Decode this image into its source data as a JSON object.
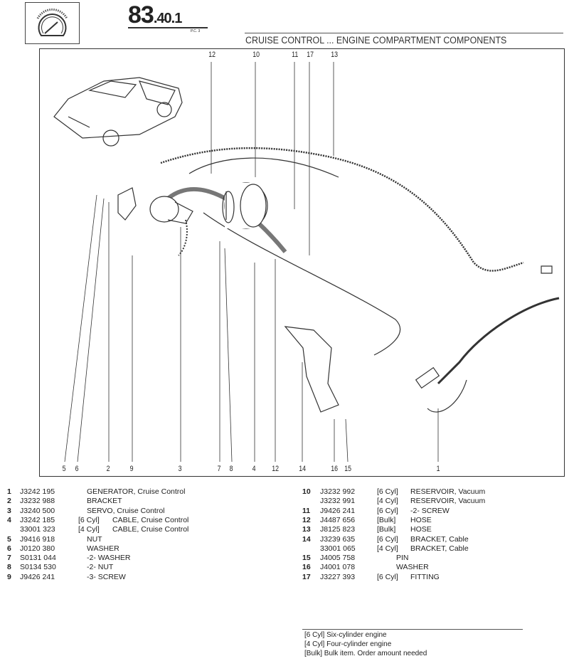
{
  "header": {
    "section_main": "83",
    "section_sub": ".40.",
    "section_page": "1",
    "pc": "P.C. 3",
    "title": "CRUISE CONTROL ... ENGINE COMPARTMENT COMPONENTS"
  },
  "diagram": {
    "top_callouts": [
      "12",
      "10",
      "11",
      "17",
      "13"
    ],
    "bottom_callouts": [
      "5",
      "6",
      "2",
      "9",
      "3",
      "7",
      "8",
      "4",
      "12",
      "14",
      "16",
      "15",
      "1"
    ]
  },
  "parts_left": [
    {
      "num": "1",
      "part": "J3242 195",
      "qual": "",
      "desc": "GENERATOR, Cruise Control"
    },
    {
      "num": "2",
      "part": "J3232 988",
      "qual": "",
      "desc": "BRACKET"
    },
    {
      "num": "3",
      "part": "J3240 500",
      "qual": "",
      "desc": "SERVO, Cruise Control"
    },
    {
      "num": "4",
      "part": "J3242 185",
      "qual": "[6 Cyl]",
      "desc": "CABLE, Cruise Control"
    },
    {
      "num": "",
      "part": "33001 323",
      "qual": "[4 Cyl]",
      "desc": "CABLE, Cruise Control"
    },
    {
      "num": "5",
      "part": "J9416 918",
      "qual": "",
      "desc": "NUT"
    },
    {
      "num": "6",
      "part": "J0120 380",
      "qual": "",
      "desc": "WASHER"
    },
    {
      "num": "7",
      "part": "S0131 044",
      "qual": "",
      "desc": "-2- WASHER"
    },
    {
      "num": "8",
      "part": "S0134 530",
      "qual": "",
      "desc": "-2- NUT"
    },
    {
      "num": "9",
      "part": "J9426 241",
      "qual": "",
      "desc": "-3- SCREW"
    }
  ],
  "parts_right": [
    {
      "num": "10",
      "part": "J3232 992",
      "qual": "[6 Cyl]",
      "desc": "RESERVOIR, Vacuum"
    },
    {
      "num": "",
      "part": "J3232 991",
      "qual": "[4 Cyl]",
      "desc": "RESERVOIR, Vacuum"
    },
    {
      "num": "11",
      "part": "J9426 241",
      "qual": "[6 Cyl]",
      "desc": "-2- SCREW"
    },
    {
      "num": "12",
      "part": "J4487 656",
      "qual": "[Bulk]",
      "desc": "HOSE"
    },
    {
      "num": "13",
      "part": "J8125 823",
      "qual": "[Bulk]",
      "desc": "HOSE"
    },
    {
      "num": "14",
      "part": "J3239 635",
      "qual": "[6 Cyl]",
      "desc": "BRACKET, Cable"
    },
    {
      "num": "",
      "part": "33001 065",
      "qual": "[4 Cyl]",
      "desc": "BRACKET, Cable"
    },
    {
      "num": "15",
      "part": "J4005 758",
      "qual": "",
      "desc": "PIN"
    },
    {
      "num": "16",
      "part": "J4001 078",
      "qual": "",
      "desc": "WASHER"
    },
    {
      "num": "17",
      "part": "J3227 393",
      "qual": "[6 Cyl]",
      "desc": "FITTING"
    }
  ],
  "legend": [
    "[6 Cyl] Six-cylinder engine",
    "[4 Cyl] Four-cylinder engine",
    "[Bulk] Bulk item.  Order amount needed"
  ]
}
